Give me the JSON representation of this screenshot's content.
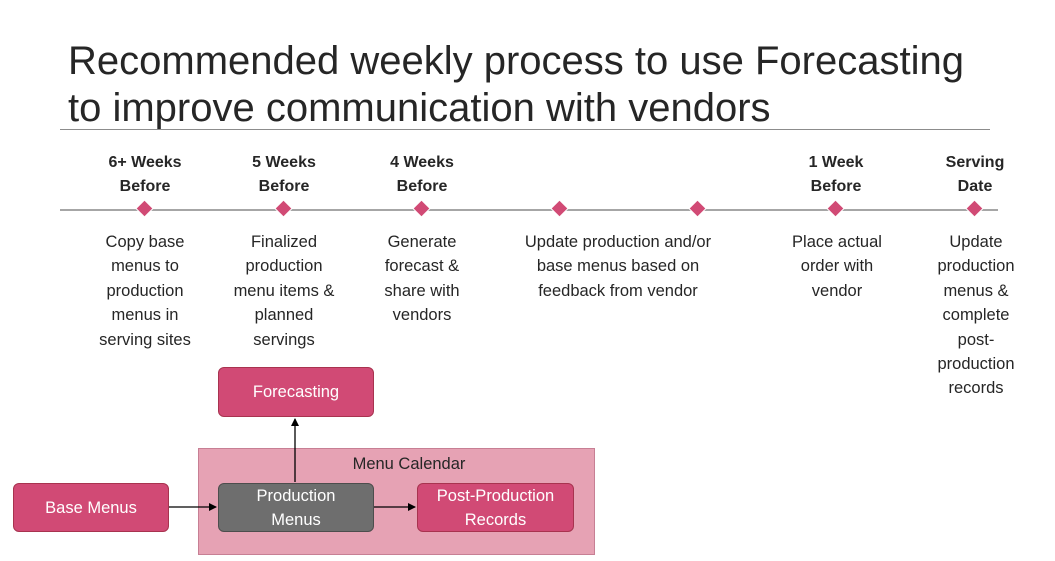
{
  "title": {
    "line1": "Recommended weekly process to use Forecasting",
    "line2": "to improve communication with vendors"
  },
  "timeline": {
    "milestones": [
      {
        "label": "6+ Weeks\nBefore",
        "description": "Copy base\nmenus to\nproduction\nmenus in\nserving sites"
      },
      {
        "label": "5 Weeks\nBefore",
        "description": "Finalized\nproduction\nmenu items &\nplanned\nservings"
      },
      {
        "label": "4 Weeks\nBefore",
        "description": "Generate\nforecast &\nshare with\nvendors"
      },
      {
        "label": "",
        "description": "Update production and/or\nbase menus based on\nfeedback from vendor"
      },
      {
        "label": "",
        "description": ""
      },
      {
        "label": "1 Week\nBefore",
        "description": "Place actual\norder with\nvendor"
      },
      {
        "label": "Serving\nDate",
        "description": "Update\nproduction\nmenus &\ncomplete\npost-\nproduction\nrecords"
      }
    ]
  },
  "diagram": {
    "calendar_label": "Menu Calendar",
    "boxes": {
      "forecasting": "Forecasting",
      "base_menus": "Base Menus",
      "production_menus": "Production\nMenus",
      "post_production_records": "Post-Production\nRecords"
    }
  },
  "colors": {
    "accent": "#d14a75",
    "calendar_fill": "#e6a2b4",
    "production_box": "#6e6e6e",
    "timeline_line": "#a6a6a6",
    "text": "#262626"
  }
}
